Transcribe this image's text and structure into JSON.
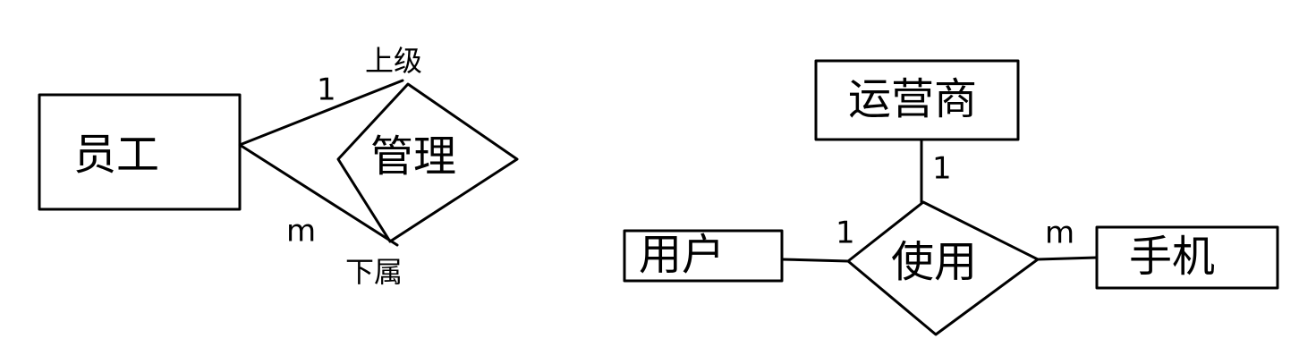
{
  "diagrams": [
    {
      "entities": [
        {
          "id": "employee",
          "label": "员工"
        }
      ],
      "relationships": [
        {
          "id": "manage",
          "label": "管理"
        }
      ],
      "roles": [
        {
          "id": "superior",
          "label": "上级"
        },
        {
          "id": "subordinate",
          "label": "下属"
        }
      ],
      "cardinalities": [
        {
          "id": "upper",
          "label": "1"
        },
        {
          "id": "lower",
          "label": "m"
        }
      ]
    },
    {
      "entities": [
        {
          "id": "operator",
          "label": "运营商"
        },
        {
          "id": "user",
          "label": "用户"
        },
        {
          "id": "phone",
          "label": "手机"
        }
      ],
      "relationships": [
        {
          "id": "use",
          "label": "使用"
        }
      ],
      "cardinalities": [
        {
          "id": "operator",
          "label": "1"
        },
        {
          "id": "user",
          "label": "1"
        },
        {
          "id": "phone",
          "label": "m"
        }
      ]
    }
  ],
  "colors": {
    "stroke": "#000000",
    "background": "#ffffff"
  }
}
